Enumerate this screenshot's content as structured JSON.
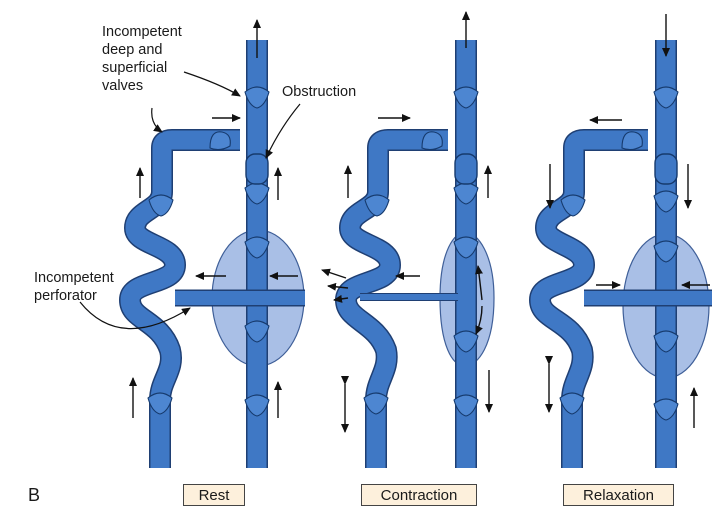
{
  "figure_letter": "B",
  "annotations": {
    "valves": "Incompetent\ndeep and\nsuperficial\nvalves",
    "obstruction": "Obstruction",
    "perforator": "Incompetent\nperforator"
  },
  "panels": [
    {
      "label": "Rest"
    },
    {
      "label": "Contraction"
    },
    {
      "label": "Relaxation"
    }
  ],
  "colors": {
    "vein": "#3f78c5",
    "muscle": "#a9bfe6",
    "label_bg": "#fdf0dc"
  }
}
